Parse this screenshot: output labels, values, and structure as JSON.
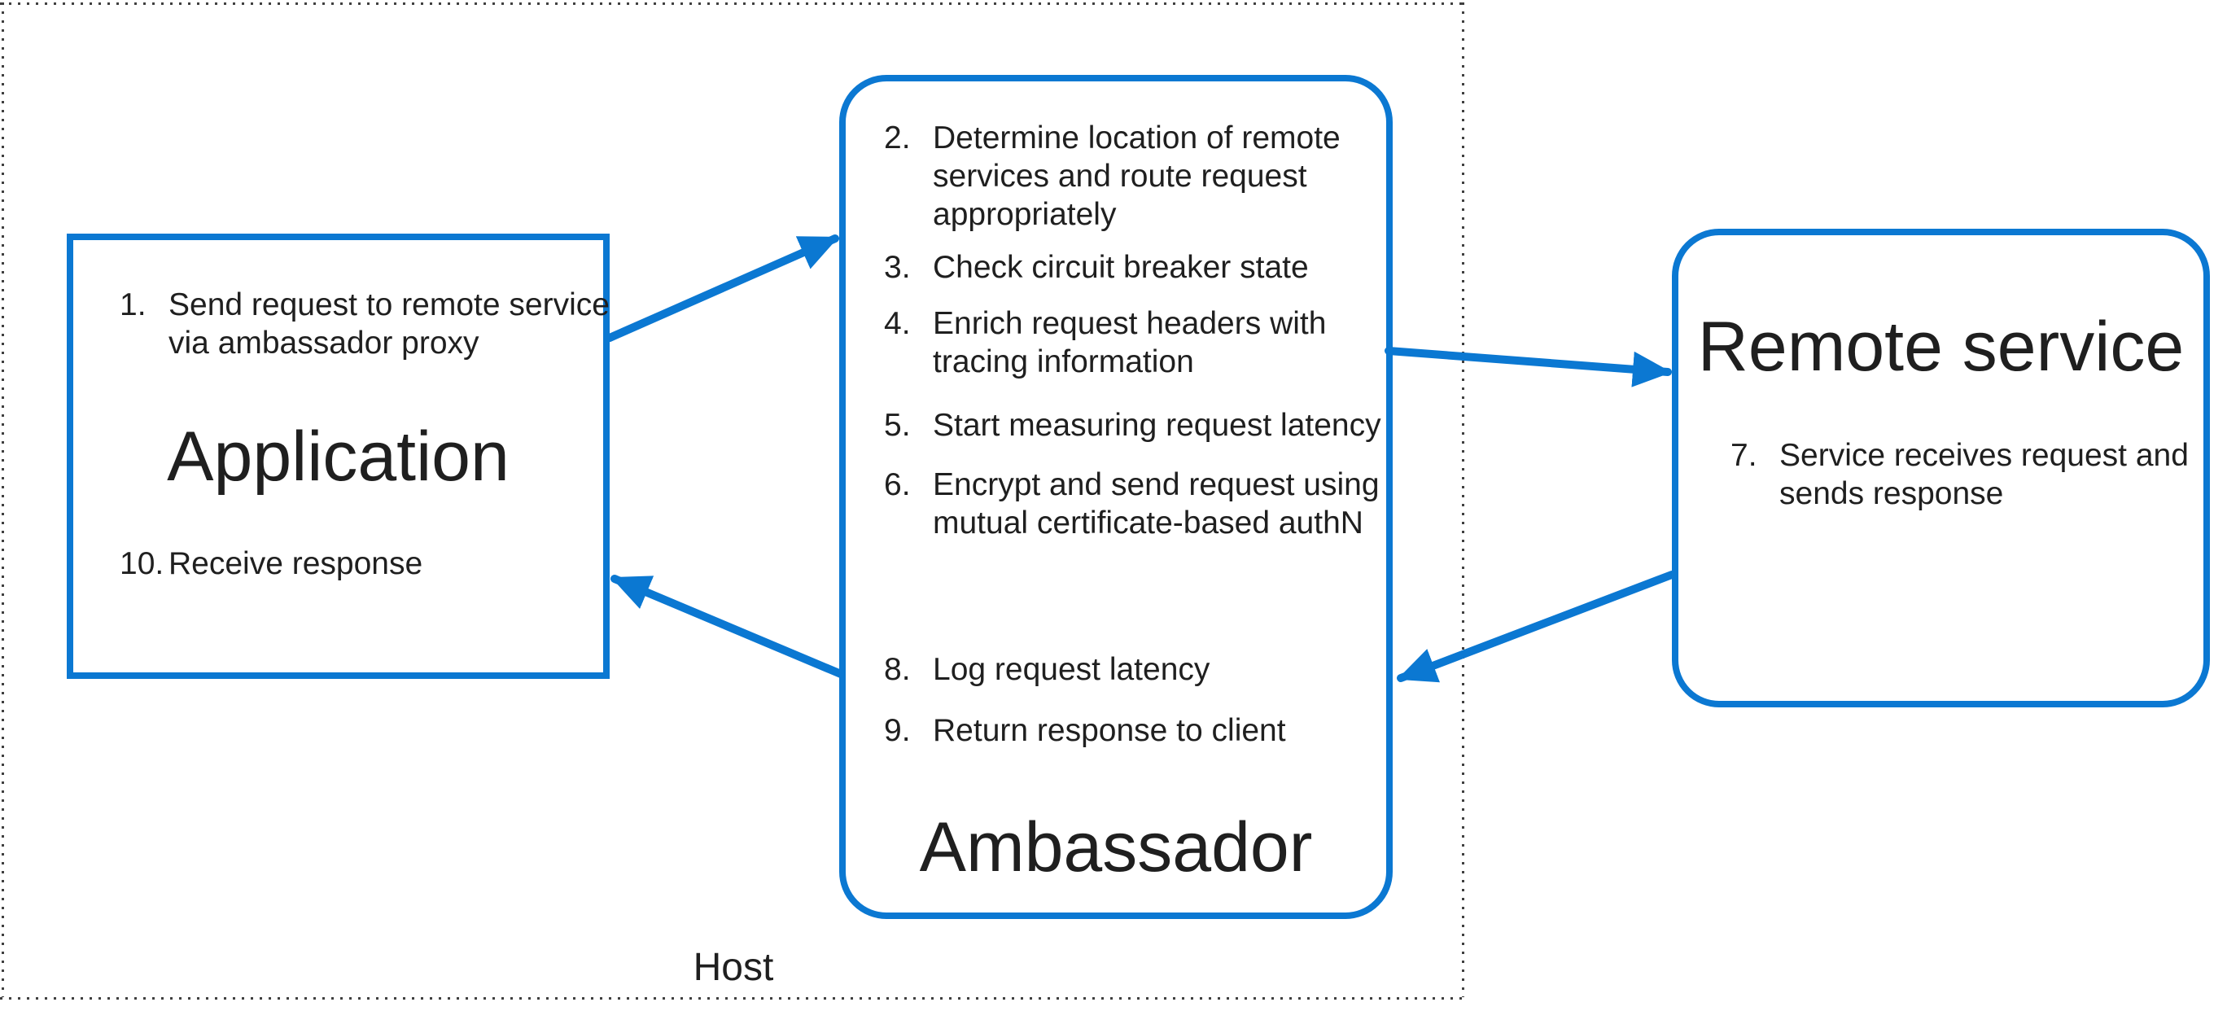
{
  "host": {
    "label": "Host"
  },
  "nodes": {
    "application": {
      "title": "Application",
      "steps": [
        {
          "num": "1.",
          "text": "Send request to remote service via ambassador proxy"
        },
        {
          "num": "10.",
          "text": "Receive response"
        }
      ]
    },
    "ambassador": {
      "title": "Ambassador",
      "steps": [
        {
          "num": "2.",
          "text": "Determine location of remote services and route request appropriately"
        },
        {
          "num": "3.",
          "text": "Check circuit breaker state"
        },
        {
          "num": "4.",
          "text": "Enrich request headers with tracing information"
        },
        {
          "num": "5.",
          "text": "Start measuring request latency"
        },
        {
          "num": "6.",
          "text": "Encrypt and send request using mutual certificate-based authN"
        },
        {
          "num": "8.",
          "text": "Log request latency"
        },
        {
          "num": "9.",
          "text": "Return response to client"
        }
      ]
    },
    "remote_service": {
      "title": "Remote service",
      "steps": [
        {
          "num": "7.",
          "text": "Service receives request and sends response"
        }
      ]
    }
  },
  "arrows": [
    {
      "from": "application",
      "to": "ambassador"
    },
    {
      "from": "ambassador",
      "to": "remote_service"
    },
    {
      "from": "remote_service",
      "to": "ambassador"
    },
    {
      "from": "ambassador",
      "to": "application"
    }
  ],
  "colors": {
    "accent_blue": "#0b78d2",
    "text": "#1f1f1f",
    "host_border_dots": "#3f3f3f",
    "background": "#ffffff"
  }
}
